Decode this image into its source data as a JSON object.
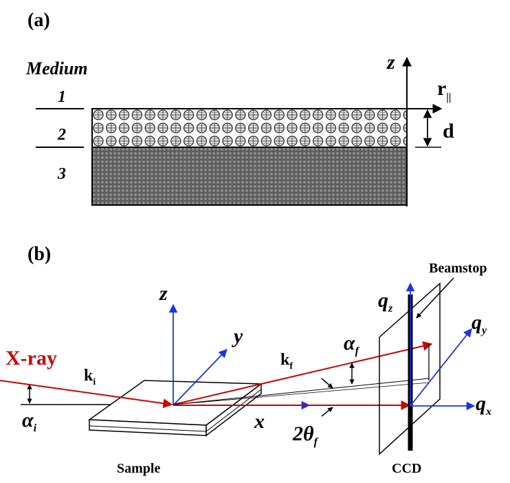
{
  "panel_a": {
    "label": "(a)",
    "medium_title": "Medium",
    "layers": [
      "1",
      "2",
      "3"
    ],
    "axis_z": "z",
    "axis_r": "r",
    "axis_r_sub": "||",
    "thickness": "d"
  },
  "panel_b": {
    "label": "(b)",
    "sample_z": "z",
    "sample_y": "y",
    "sample_x": "x",
    "xray": "X-ray",
    "ki": "k",
    "ki_sub": "i",
    "kf": "k",
    "kf_sub": "f",
    "alpha_i": "α",
    "alpha_i_sub": "i",
    "alpha_f": "α",
    "alpha_f_sub": "f",
    "two_theta": "2θ",
    "two_theta_sub": "f",
    "qz": "q",
    "qz_sub": "z",
    "qy": "q",
    "qy_sub": "y",
    "qx": "q",
    "qx_sub": "x",
    "beamstop": "Beamstop",
    "sample": "Sample",
    "ccd": "CCD"
  },
  "colors": {
    "beam": "#cc0000",
    "axes_blue": "#1a33e6",
    "xray_text": "#cc0000",
    "substrate": "#6e6e6e"
  }
}
